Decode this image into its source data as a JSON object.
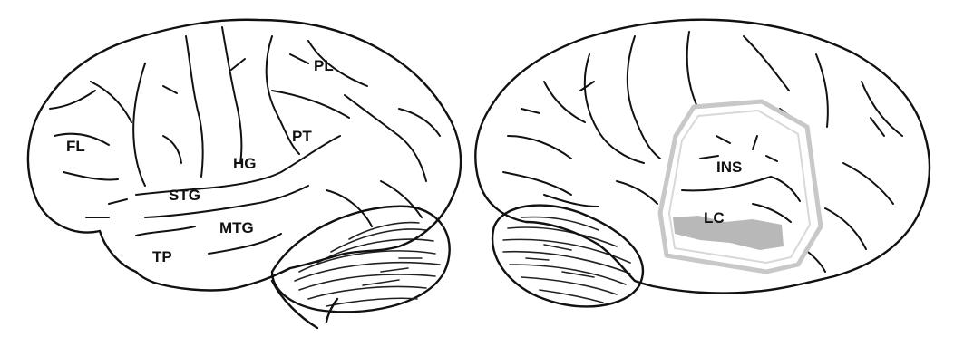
{
  "left_hemisphere": {
    "labels": {
      "fl": "FL",
      "pl": "PL",
      "pt": "PT",
      "hg": "HG",
      "stg": "STG",
      "mtg": "MTG",
      "tp": "TP"
    }
  },
  "right_hemisphere": {
    "labels": {
      "ins": "INS",
      "lc": "LC"
    },
    "colors": {
      "highlight_outline": "#c8c8c8",
      "lc_fill": "#b8b8b8",
      "window_fill": "#ffffff"
    }
  }
}
